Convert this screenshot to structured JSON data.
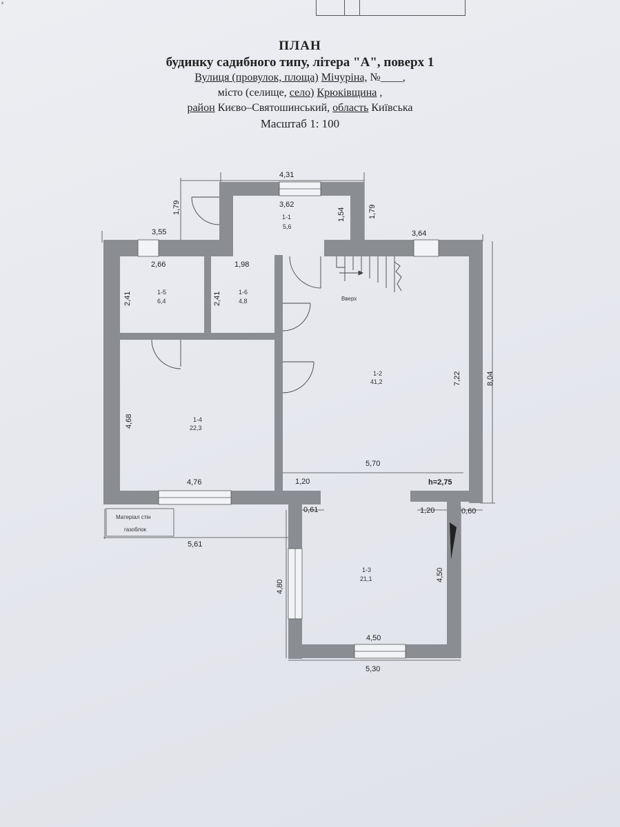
{
  "top_mark": "з",
  "header": {
    "title": "ПЛАН",
    "subtitle": "будинку садибного типу, літера \"А\", поверх 1",
    "street_label": "Вулиця (провулок, площа)",
    "street_value": "Мічуріна,",
    "number_label": "№",
    "number_blank": "____",
    "city_label_start": "місто (селище,",
    "city_label_village": "село)",
    "city_value": "Крюківщина",
    "district_label": "район",
    "district_value": "Києво–Святошинський,",
    "oblast_label": "область",
    "oblast_value": "Київська",
    "scale": "Масштаб 1: 100"
  },
  "dimensions": {
    "porch_top_outer": "4,31",
    "porch_top_inner": "3,62",
    "porch_left_height": "1,79",
    "porch_right_height": "1,79",
    "porch_inner_height": "1,54",
    "left_top": "3,55",
    "right_top": "3,64",
    "room5_width": "2,66",
    "room6_width": "1,98",
    "room5_height": "2,41",
    "room6_height": "2,41",
    "room4_height": "4,68",
    "room4_width": "4,76",
    "hall_height": "7,22",
    "total_height": "8,04",
    "hall_width": "5,70",
    "gap_left": "1,20",
    "ceiling_height": "h=2,75",
    "offset_left": "0,61",
    "offset_right_a": "1,20",
    "offset_right_b": "0,60",
    "bottom_left_total": "5,61",
    "room3_left_height": "4,80",
    "room3_right_height": "4,50",
    "room3_inner_width": "4,50",
    "room3_outer_width": "5,30"
  },
  "rooms": [
    {
      "id": "1-1",
      "area": "5,6"
    },
    {
      "id": "1-2",
      "area": "41,2"
    },
    {
      "id": "1-3",
      "area": "21,1"
    },
    {
      "id": "1-4",
      "area": "22,3"
    },
    {
      "id": "1-5",
      "area": "6,4"
    },
    {
      "id": "1-6",
      "area": "4,8"
    }
  ],
  "stairs_label": "Вверх",
  "legend": {
    "line1": "Матеріал стін",
    "line2": "газоблок"
  }
}
